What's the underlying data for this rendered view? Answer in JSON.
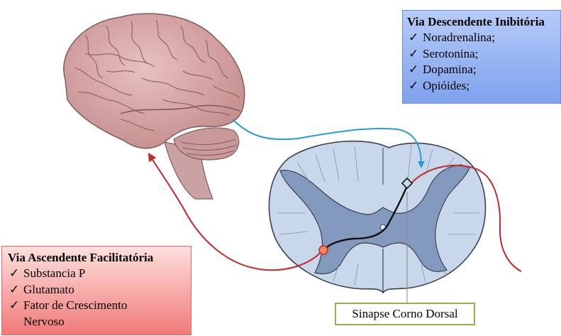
{
  "descending_box": {
    "title": "Via Descendente Inibitória",
    "items": [
      "Noradrenalina;",
      "Serotonina;",
      "Dopamina;",
      "Opióides;"
    ]
  },
  "ascending_box": {
    "title": "Via Ascendente Facilitatória",
    "items": [
      "Substancia P",
      "Glutamato",
      "Fator de Crescimento",
      "Nervoso"
    ]
  },
  "synapse_label": "Sinapse Corno Dorsal",
  "check_mark": "✓",
  "icons": [
    "brain-illustration",
    "spinal-cord-cross-section"
  ],
  "colors": {
    "descending_pathway": "#2a9bd0",
    "ascending_pathway": "#c8262b",
    "brain": "#d9a7a7",
    "white_matter": "#c8d8ea",
    "gray_matter": "#8499be",
    "label_border": "#8db357"
  }
}
